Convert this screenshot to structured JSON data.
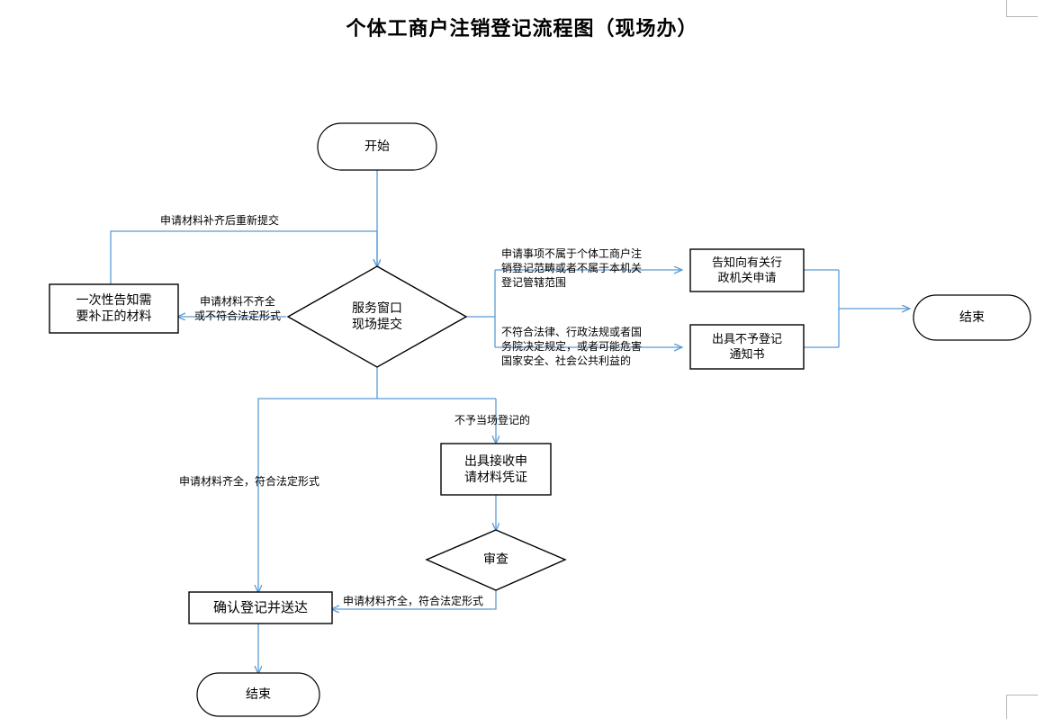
{
  "page": {
    "title": "个体工商户注销登记流程图（现场办）",
    "background_color": "#ffffff",
    "connector_color": "#5b9bd5",
    "shape_border_color": "#000000",
    "text_color": "#000000",
    "crop_mark_color": "#b5b6b9"
  },
  "nodes": {
    "start": {
      "label": "开始",
      "shape": "terminator"
    },
    "notify_correction": {
      "label": "一次性告知需\n要补正的材料",
      "shape": "process"
    },
    "service_window": {
      "label": "服务窗口\n现场提交",
      "shape": "decision"
    },
    "inform_other_agency": {
      "label": "告知向有关行\n政机关申请",
      "shape": "process"
    },
    "issue_refusal_notice": {
      "label": "出具不予登记\n通知书",
      "shape": "process"
    },
    "end_right": {
      "label": "结束",
      "shape": "terminator"
    },
    "issue_receipt": {
      "label": "出具接收申\n请材料凭证",
      "shape": "process"
    },
    "review": {
      "label": "审查",
      "shape": "decision"
    },
    "confirm_registration": {
      "label": "确认登记并送达",
      "shape": "process"
    },
    "end_bottom": {
      "label": "结束",
      "shape": "terminator"
    }
  },
  "edge_labels": {
    "resubmit_after_correction": "申请材料补齐后重新提交",
    "materials_incomplete": "申请材料不齐全\n或不符合法定形式",
    "out_of_scope": "申请事项不属于个体工商户注\n销登记范畴或者不属于本机关\n登记管辖范围",
    "violates_law": "不符合法律、行政法规或者国\n务院决定规定，或者可能危害\n国家安全、社会公共利益的",
    "not_registered_on_site": "不予当场登记的",
    "materials_complete_left": "申请材料齐全，符合法定形式",
    "materials_complete_review": "申请材料齐全，符合法定形式"
  }
}
